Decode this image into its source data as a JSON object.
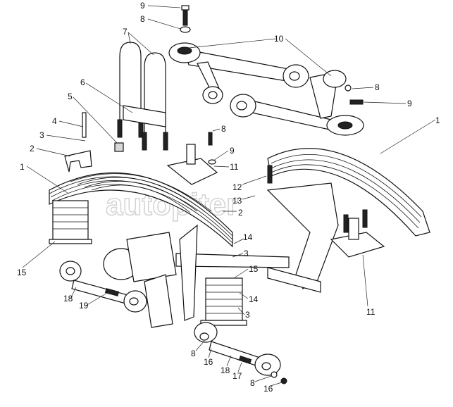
{
  "diagram": {
    "watermark": "autopiter",
    "callouts": [
      "9",
      "8",
      "7",
      "10",
      "6",
      "5",
      "8",
      "9",
      "4",
      "8",
      "3",
      "1",
      "2",
      "9",
      "11",
      "1",
      "12",
      "13",
      "2",
      "14",
      "3",
      "15",
      "14",
      "3",
      "15",
      "18",
      "19",
      "11",
      "8",
      "16",
      "18",
      "17",
      "8",
      "16"
    ]
  }
}
